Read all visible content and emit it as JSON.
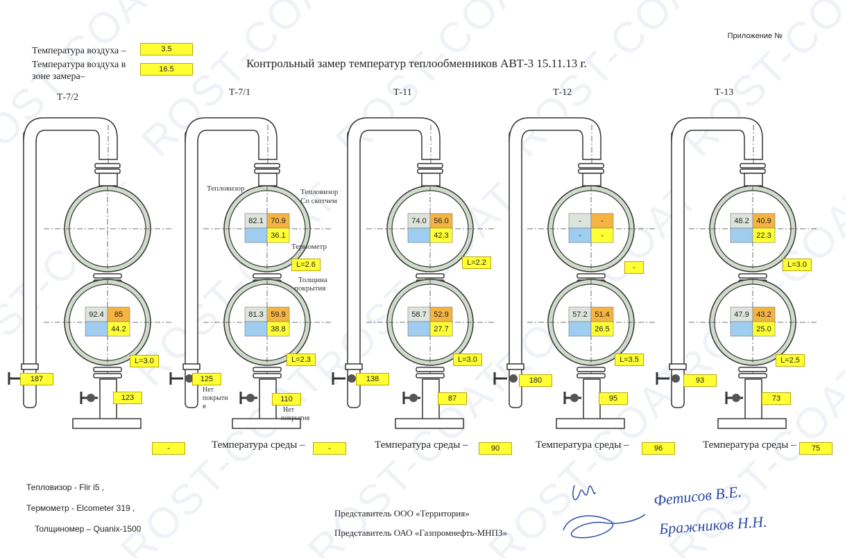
{
  "header": {
    "appendix": "Приложение №",
    "title": "Контрольный замер температур теплообменников АВТ-3   15.11.13 г.",
    "air_temp_label": "Температура воздуха –",
    "air_temp_value": "3.5",
    "air_zone_label_line1": "Температура воздуха в",
    "air_zone_label_line2": "зоне замера–",
    "air_zone_value": "16.5"
  },
  "labels": {
    "thermal_camera": "Тепловизор",
    "thermal_tape_line1": "Тепловизор",
    "thermal_tape_line2": "Со скотчем",
    "thermometer": "Термометр",
    "coating_line1": "Толщина",
    "coating_line2": "покрытия",
    "no_coating_a_line1": "Нет",
    "no_coating_a_line2": "покрыти",
    "no_coating_a_line3": "я",
    "no_coating_b_line1": "Нет",
    "no_coating_b_line2": "покрытия",
    "medium_temp": "Температура среды –"
  },
  "exchangers": [
    {
      "name": "Т-7/2",
      "upper": [
        "",
        "",
        ""
      ],
      "lower": [
        "92.4",
        "85",
        "44.2"
      ],
      "l_upper": "",
      "l_lower": "L=3.0",
      "pipe_temp": "187",
      "outlet_temp": "123",
      "medium_temp": "-",
      "upper_shown": false
    },
    {
      "name": "Т-7/1",
      "upper": [
        "82.1",
        "70.9",
        "36.1"
      ],
      "lower": [
        "81.3",
        "59.9",
        "38.8"
      ],
      "l_upper": "L=2.6",
      "l_lower": "L=2.3",
      "pipe_temp": "125",
      "outlet_temp": "110",
      "medium_temp": "-",
      "upper_shown": true
    },
    {
      "name": "Т-11",
      "upper": [
        "74.0",
        "56.0",
        "42.3"
      ],
      "lower": [
        "58.7",
        "52.9",
        "27.7"
      ],
      "l_upper": "L=2.2",
      "l_lower": "L=3.0",
      "pipe_temp": "138",
      "outlet_temp": "87",
      "medium_temp": "90",
      "upper_shown": true
    },
    {
      "name": "Т-12",
      "upper": [
        "-",
        "-",
        "-"
      ],
      "upper_extra": "-",
      "lower": [
        "57.2",
        "51.4",
        "26.5"
      ],
      "l_upper": "-",
      "l_lower": "L=3.5",
      "pipe_temp": "180",
      "outlet_temp": "95",
      "medium_temp": "96",
      "upper_shown": true
    },
    {
      "name": "Т-13",
      "upper": [
        "48.2",
        "40.9",
        "22.3"
      ],
      "lower": [
        "47.9",
        "43.2",
        "25.0"
      ],
      "l_upper": "L=3.0",
      "l_lower": "L=2.5",
      "pipe_temp": "93",
      "outlet_temp": "73",
      "medium_temp": "75",
      "upper_shown": true
    }
  ],
  "instruments": {
    "line1": "Тепловизор - Flir i5 ,",
    "line2": "Термометр - Elcometer 319 ,",
    "line3": "Толщиномер – Quanix-1500"
  },
  "signatures": {
    "rep1": "Представитель ООО «Территория»",
    "rep2": "Представитель ОАО «Газпромнефть-МНПЗ»",
    "name1": "Фетисов В.Е.",
    "name2": "Бражников Н.Н."
  },
  "watermark": "ROST-COAT",
  "colors": {
    "highlight": "#ffff33",
    "cell_grey": "#dde4dc",
    "cell_orange": "#f5b442",
    "cell_blue": "#9fcdf0",
    "shell_fill": "#cfdccb",
    "signature_ink": "#2c4aa8"
  }
}
